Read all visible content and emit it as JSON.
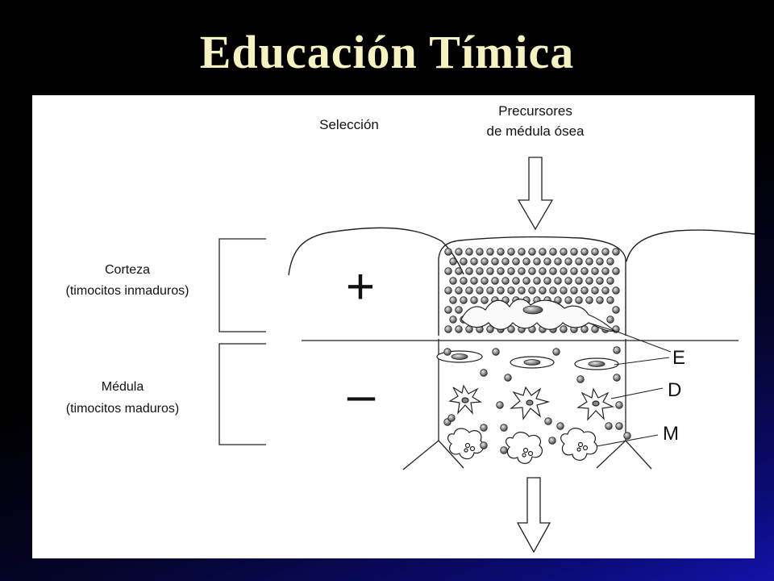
{
  "slide": {
    "title": "Educación Tímica"
  },
  "diagram": {
    "selection_label": "Selección",
    "precursors_line1": "Precursores",
    "precursors_line2": "de médula ósea",
    "cortex_line1": "Corteza",
    "cortex_line2": "(timocitos inmaduros)",
    "medulla_line1": "Médula",
    "medulla_line2": "(timocitos maduros)",
    "positive_sign": "+",
    "negative_sign": "–",
    "label_e": "E",
    "label_d": "D",
    "label_m": "M"
  },
  "colors": {
    "title": "#f7f2c2",
    "panel": "#ffffff",
    "ink": "#111111"
  }
}
